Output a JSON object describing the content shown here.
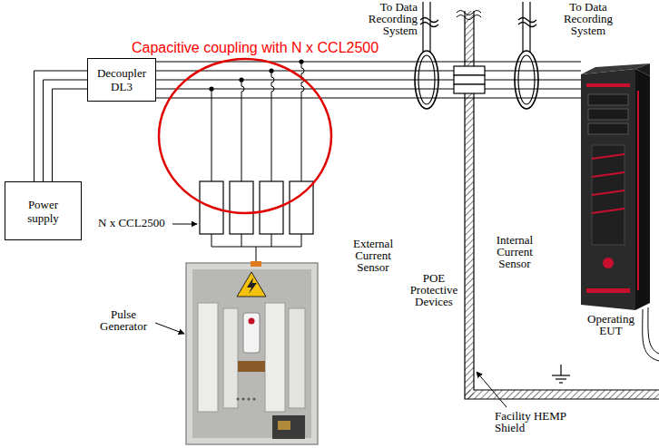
{
  "diagram": {
    "nodes": [
      {
        "text": [
          "Power supply"
        ]
      },
      {
        "text": [
          "Decoupler DL3"
        ]
      }
    ],
    "edges": [
      {
        "from": 0,
        "to": 1,
        "arrow": "none"
      }
    ],
    "labels": [
      "To Data Recording System",
      "To Data Recording System",
      "Capacitive coupling with N x CCL2500",
      "N x CCL2500",
      "External Current Sensor",
      "Internal Current Sensor",
      "POE Protective Devices",
      "Operating EUT",
      "Pulse Generator",
      "Facility HEMP Shield"
    ]
  }
}
